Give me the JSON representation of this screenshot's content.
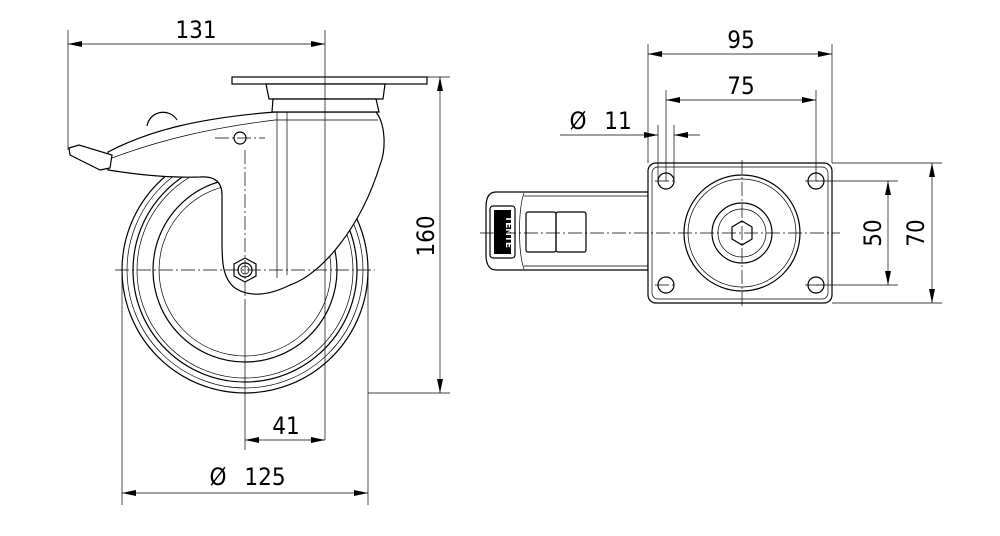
{
  "side_view": {
    "dim_overall_width": "131",
    "dim_height": "160",
    "dim_offset": "41",
    "dim_wheel_diameter_symbol": "Ø",
    "dim_wheel_diameter": "125"
  },
  "top_view": {
    "dim_plate_width": "95",
    "dim_hole_spacing_x": "75",
    "dim_hole_diameter_symbol": "Ø",
    "dim_hole_diameter": "11",
    "dim_hole_spacing_y": "50",
    "dim_plate_length": "70",
    "brand_logo": "TENTE"
  }
}
